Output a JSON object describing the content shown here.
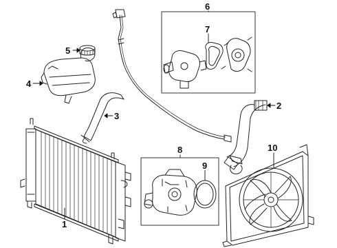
{
  "callouts": [
    {
      "id": "1",
      "part": "radiator"
    },
    {
      "id": "2",
      "part": "upper-hose"
    },
    {
      "id": "3",
      "part": "lower-hose"
    },
    {
      "id": "4",
      "part": "coolant-reservoir"
    },
    {
      "id": "5",
      "part": "reservoir-cap"
    },
    {
      "id": "6",
      "part": "thermostat-housing-kit"
    },
    {
      "id": "7",
      "part": "thermostat-gasket"
    },
    {
      "id": "8",
      "part": "water-pump-kit"
    },
    {
      "id": "9",
      "part": "water-pump-gasket"
    },
    {
      "id": "10",
      "part": "cooling-fan-assembly"
    }
  ]
}
